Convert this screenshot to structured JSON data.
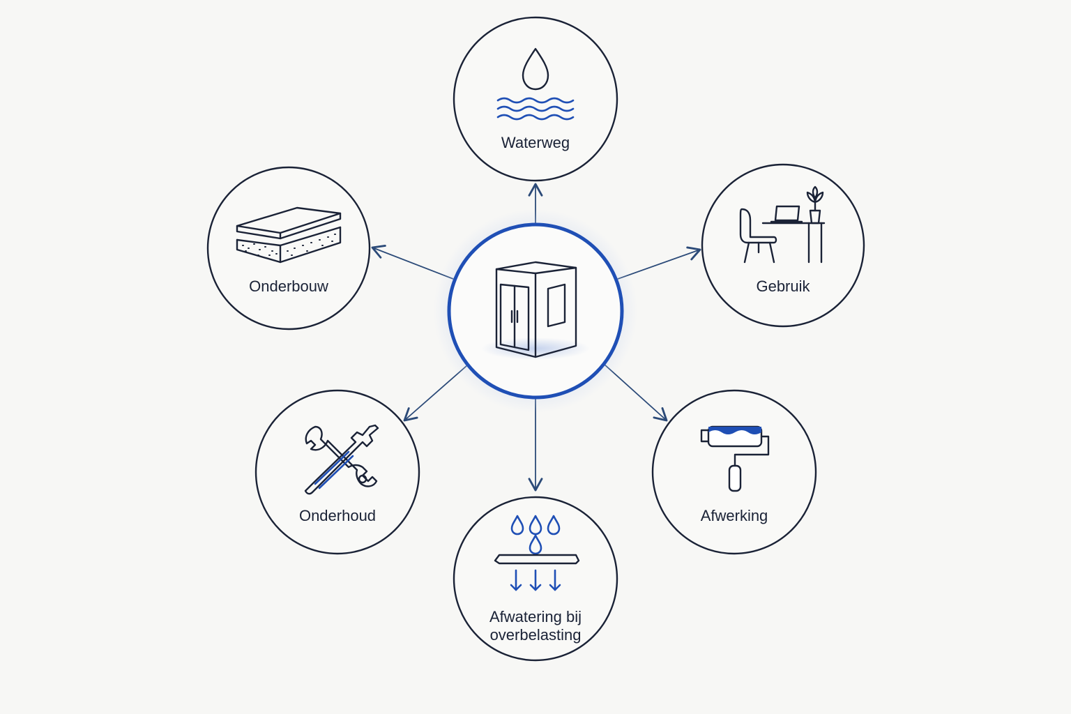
{
  "center": {
    "icon": "cabin-icon",
    "accent_color": "#1f4fb5"
  },
  "nodes": [
    {
      "id": "waterweg",
      "label": "Waterweg",
      "icon": "water-drop-waves-icon"
    },
    {
      "id": "gebruik",
      "label": "Gebruik",
      "icon": "desk-chair-laptop-plant-icon"
    },
    {
      "id": "afwerking",
      "label": "Afwerking",
      "icon": "paint-roller-icon"
    },
    {
      "id": "afwatering",
      "label_line1": "Afwatering bij",
      "label_line2": "overbelasting",
      "icon": "drainage-drops-arrows-icon"
    },
    {
      "id": "onderhoud",
      "label": "Onderhoud",
      "icon": "wrench-screwdriver-icon"
    },
    {
      "id": "onderbouw",
      "label": "Onderbouw",
      "icon": "layered-slabs-icon"
    }
  ],
  "colors": {
    "line": "#1a2236",
    "connector": "#2b4a78",
    "accent": "#1f4fb5",
    "background": "#f7f7f5"
  }
}
